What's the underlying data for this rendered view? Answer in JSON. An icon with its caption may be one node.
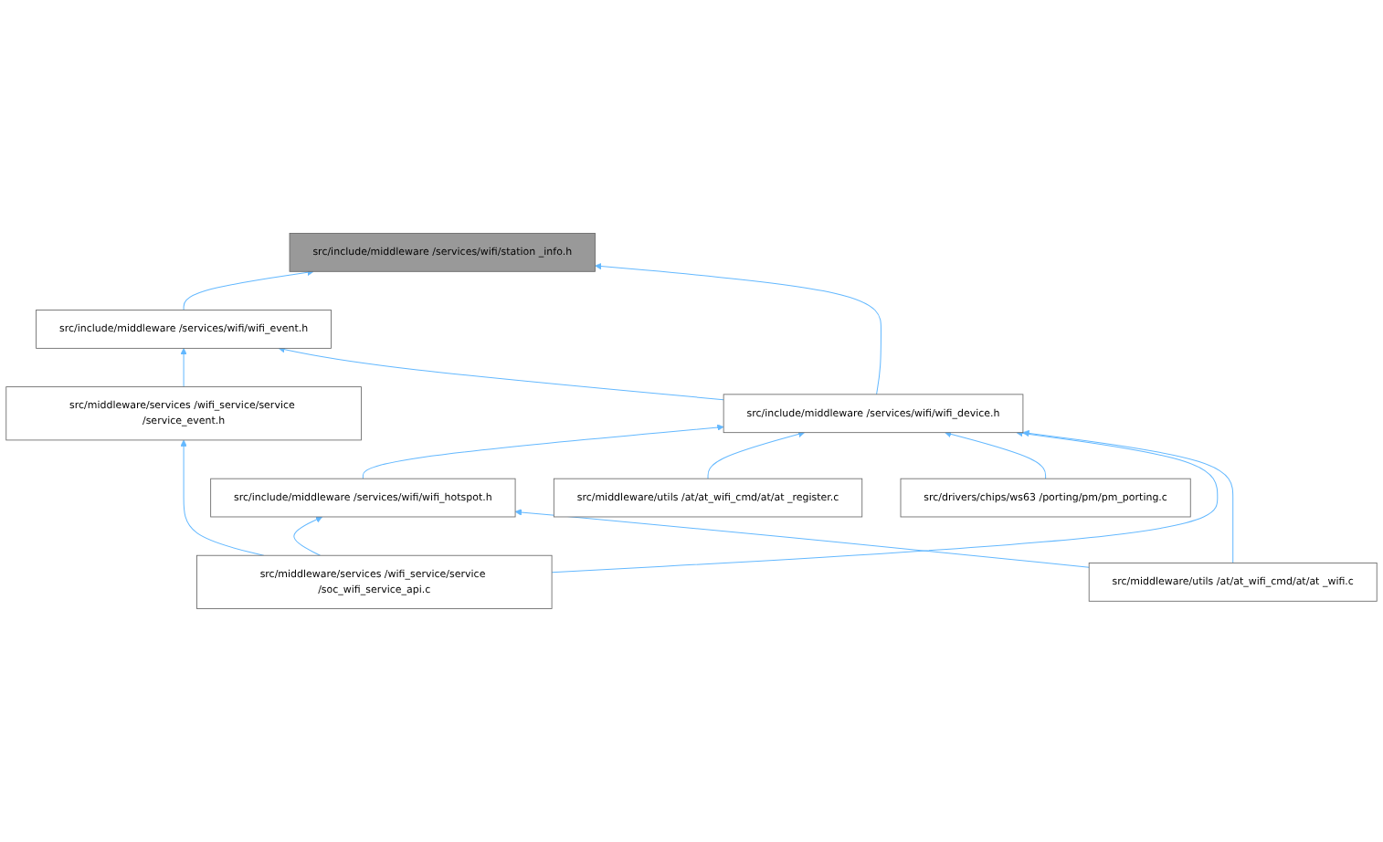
{
  "diagram": {
    "nodes": [
      {
        "text": [
          "src/include/middleware /services/wifi/station _info.h"
        ]
      },
      {
        "text": [
          "src/include/middleware /services/wifi/wifi_event.h"
        ]
      },
      {
        "text": [
          "src/middleware/services /wifi_service/service /service_event.h"
        ]
      },
      {
        "text": [
          "src/include/middleware /services/wifi/wifi_device.h"
        ]
      },
      {
        "text": [
          "src/include/middleware /services/wifi/wifi_hotspot.h"
        ]
      },
      {
        "text": [
          "src/middleware/utils /at/at_wifi_cmd/at/at _register.c"
        ]
      },
      {
        "text": [
          "src/drivers/chips/ws63 /porting/pm/pm_porting.c"
        ]
      },
      {
        "text": [
          "src/middleware/services /wifi_service/service /soc_wifi_service_api.c"
        ]
      },
      {
        "text": [
          "src/middleware/utils /at/at_wifi_cmd/at/at _wifi.c"
        ]
      }
    ],
    "edges": [
      {
        "from": 1,
        "to": 0,
        "arrow": "to"
      },
      {
        "from": 3,
        "to": 0,
        "arrow": "to"
      },
      {
        "from": 2,
        "to": 1,
        "arrow": "to"
      },
      {
        "from": 3,
        "to": 1,
        "arrow": "to"
      },
      {
        "from": 7,
        "to": 2,
        "arrow": "to"
      },
      {
        "from": 4,
        "to": 3,
        "arrow": "to"
      },
      {
        "from": 5,
        "to": 3,
        "arrow": "to"
      },
      {
        "from": 6,
        "to": 3,
        "arrow": "to"
      },
      {
        "from": 7,
        "to": 3,
        "arrow": "to"
      },
      {
        "from": 8,
        "to": 3,
        "arrow": "to"
      },
      {
        "from": 7,
        "to": 4,
        "arrow": "to"
      },
      {
        "from": 8,
        "to": 4,
        "arrow": "to"
      }
    ]
  }
}
